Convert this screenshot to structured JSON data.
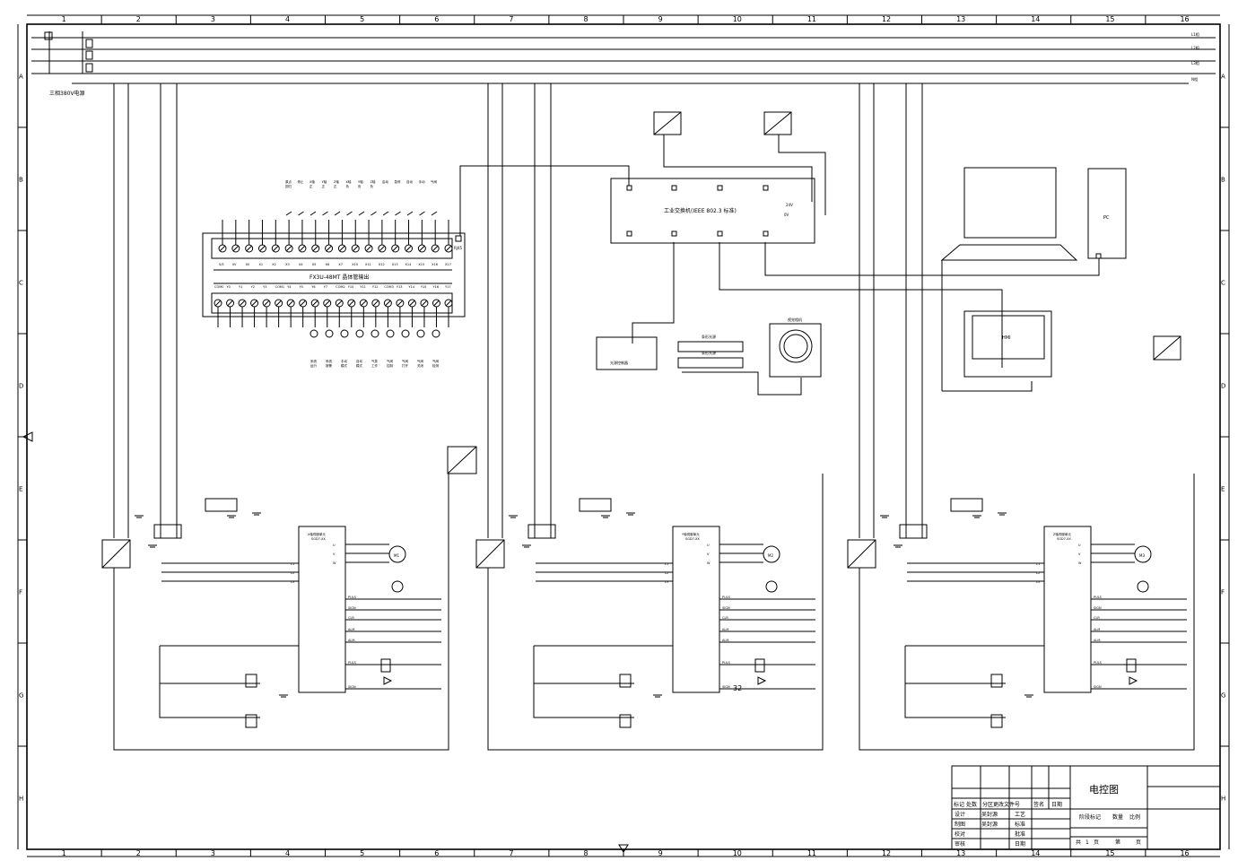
{
  "frame": {
    "col_numbers": [
      "1",
      "2",
      "3",
      "4",
      "5",
      "6",
      "7",
      "8",
      "9",
      "10",
      "11",
      "12",
      "13",
      "14",
      "15",
      "16"
    ],
    "row_letters": [
      "A",
      "B",
      "C",
      "D",
      "E",
      "F",
      "G",
      "H"
    ]
  },
  "power": {
    "caption": "三相380V电源",
    "bus_labels": [
      "L1相",
      "L2相",
      "L3相",
      "N相"
    ]
  },
  "plc": {
    "model": "FX3U-48MT 晶体管输出",
    "input_terms": [
      "S/S",
      "0V",
      "X0",
      "X1",
      "X2",
      "X3",
      "X4",
      "X5",
      "X6",
      "X7",
      "X10",
      "X11",
      "X12",
      "X13",
      "X14",
      "X15",
      "X16",
      "X17"
    ],
    "output_terms": [
      "COM0",
      "Y0",
      "Y1",
      "Y2",
      "Y3",
      "COM1",
      "Y4",
      "Y5",
      "Y6",
      "Y7",
      "COM2",
      "Y10",
      "Y11",
      "Y12",
      "COM3",
      "Y13",
      "Y14",
      "Y15",
      "Y16",
      "Y17"
    ],
    "input_labels": [
      "原点回归",
      "停止",
      "X轴正",
      "Y轴正",
      "Z轴正",
      "X轴负",
      "Y轴负",
      "Z轴负",
      "启动",
      "急停",
      "自动",
      "手动",
      "气阀"
    ],
    "output_labels": [
      "系统运行",
      "系统报警",
      "手动模式",
      "自动模式",
      "气泵工作",
      "气阀控制",
      "气阀打开",
      "气阀关闭",
      "气阀检测"
    ],
    "eth_port": "RJ45"
  },
  "network": {
    "switch_label": "工业交换机(IEEE 802.3 标准)",
    "pc_label": "PC",
    "hmi_label": "HMI",
    "camera_label": "视觉相机",
    "controller_label": "光源控制器",
    "light_label_1": "条形光源",
    "light_label_2": "条形光源",
    "port_24v": "24V",
    "port_0v": "0V"
  },
  "axes": [
    {
      "name": "X轴伺服单元",
      "drive": "SGD7-XX",
      "motor": "M1",
      "pulse_number": ""
    },
    {
      "name": "Y轴伺服单元",
      "drive": "SGD7-XX",
      "motor": "M2",
      "pulse_number": "32"
    },
    {
      "name": "Z轴伺服单元",
      "drive": "SGD7-XX",
      "motor": "M3",
      "pulse_number": ""
    }
  ],
  "servo_terms": [
    "L1",
    "L2",
    "L3",
    "24V",
    "0V",
    "PULS",
    "SIGN",
    "CLR",
    "ALM",
    "ALM-",
    "U",
    "V",
    "W"
  ],
  "title_block": {
    "title": "电控图",
    "h_mark": "标记",
    "h_count": "处数",
    "h_zone": "分区",
    "h_doc": "更改文件号",
    "h_sign": "签名",
    "h_date": "日期",
    "design": "设计",
    "design_name": "吴封源",
    "draw": "制图",
    "draw_name": "吴封源",
    "check": "校对",
    "review": "审核",
    "process": "工艺",
    "standard": "标准",
    "approve": "批准",
    "date": "日期",
    "stage": "阶段标记",
    "qty": "数量",
    "scale": "比例",
    "total_prefix": "共",
    "total_num": "1",
    "total_suffix": "页",
    "page_label": "第",
    "page_suffix": "页"
  }
}
